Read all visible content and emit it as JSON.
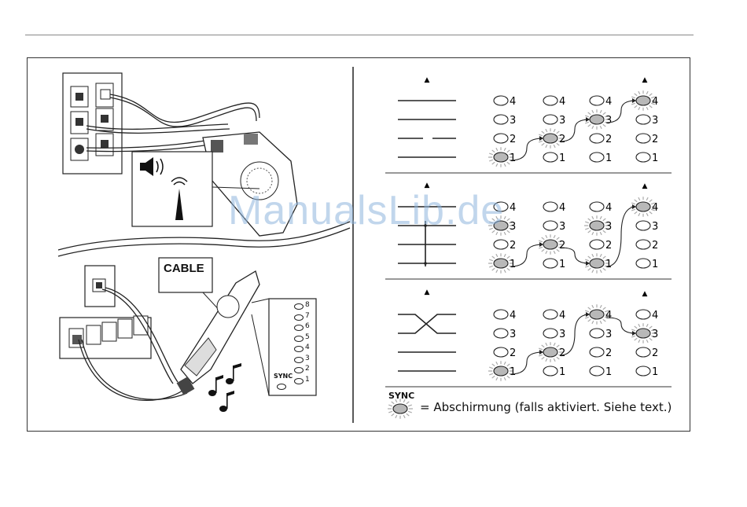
{
  "page": {
    "watermark": "ManualsLib.de",
    "cable_label": "CABLE",
    "panel_sync_label": "SYNC",
    "panel_led_numbers": [
      "8",
      "7",
      "6",
      "5",
      "4",
      "3",
      "2",
      "1"
    ]
  },
  "diagrams": {
    "column_numbers": [
      "4",
      "3",
      "2",
      "1"
    ],
    "rows": [
      {
        "name": "row-straight",
        "lit": [
          [
            1
          ],
          [
            2
          ],
          [
            3
          ],
          [
            4
          ]
        ]
      },
      {
        "name": "row-short",
        "lit": [
          [
            1,
            3
          ],
          [
            2
          ],
          [
            1,
            3
          ],
          [
            4
          ]
        ]
      },
      {
        "name": "row-crossed",
        "lit": [
          [
            1
          ],
          [
            2
          ],
          [
            4
          ],
          [
            3
          ]
        ]
      }
    ]
  },
  "legend": {
    "sync_label": "SYNC",
    "text": "= Abschirmung (falls aktiviert. Siehe text.)"
  },
  "colors": {
    "led_lit": "#b8b8b8",
    "line": "#222222",
    "watermark": "#8fb6de"
  }
}
